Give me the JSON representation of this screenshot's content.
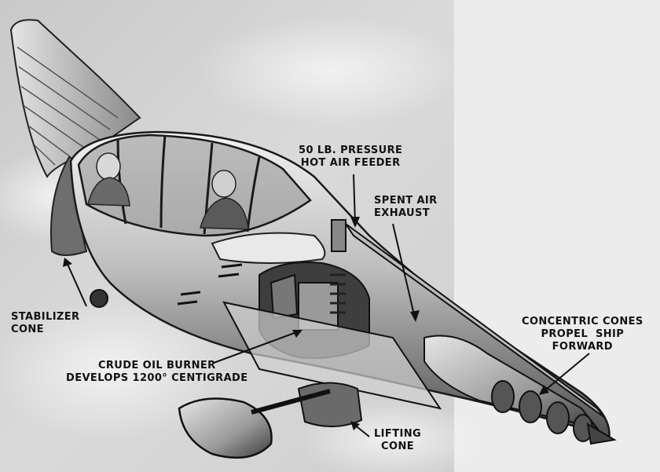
{
  "callouts": {
    "pressure_feeder": {
      "lines": [
        "50 LB. PRESSURE",
        "HOT AIR FEEDER"
      ]
    },
    "spent_air": {
      "lines": [
        "SPENT AIR",
        "EXHAUST"
      ]
    },
    "stabilizer_cone": {
      "lines": [
        "STABILIZER",
        "CONE"
      ]
    },
    "concentric_cones": {
      "lines": [
        "CONCENTRIC CONES",
        "PROPEL  SHIP",
        "FORWARD"
      ]
    },
    "oil_burner": {
      "lines": [
        "CRUDE OIL BURNER",
        "DEVELOPS 1200° CENTIGRADE"
      ]
    },
    "lifting_cone": {
      "lines": [
        "LIFTING",
        "CONE"
      ]
    }
  },
  "colors": {
    "page": "#ececec",
    "sky": "#d2d2d2",
    "hull": "#c8c8c8",
    "hull_dark": "#5a5a5a",
    "ink": "#111111"
  }
}
